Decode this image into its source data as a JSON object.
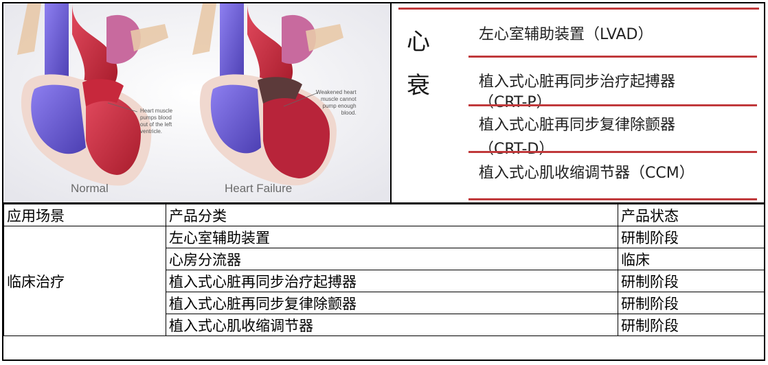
{
  "figure": {
    "caption_left": "Normal",
    "caption_right": "Heart Failure",
    "note_left": "Heart muscle\npumps blood\nout of the left\nventricle.",
    "note_right": "Weakened heart\nmuscle cannot\npump enough\nblood."
  },
  "panel": {
    "big_chars": [
      "心",
      "衰"
    ],
    "items": [
      "左心室辅助装置（LVAD）",
      "植入式心脏再同步治疗起搏器",
      "（CRT-P）",
      "植入式心脏再同步复律除颤器",
      "（CRT-D）",
      "植入式心肌收缩调节器（CCM）"
    ]
  },
  "table": {
    "headers": [
      "应用场景",
      "产品分类",
      "产品状态"
    ],
    "scenario": "临床治疗",
    "rows": [
      {
        "category": "左心室辅助装置",
        "status": "研制阶段"
      },
      {
        "category": "心房分流器",
        "status": "临床"
      },
      {
        "category": "植入式心脏再同步治疗起搏器",
        "status": "研制阶段"
      },
      {
        "category": "植入式心脏再同步复律除颤器",
        "status": "研制阶段"
      },
      {
        "category": "植入式心肌收缩调节器",
        "status": "研制阶段"
      }
    ]
  },
  "colors": {
    "accent_line": "#c0393b",
    "heart_red": "#c7283c",
    "heart_blue": "#6a5fd0"
  }
}
